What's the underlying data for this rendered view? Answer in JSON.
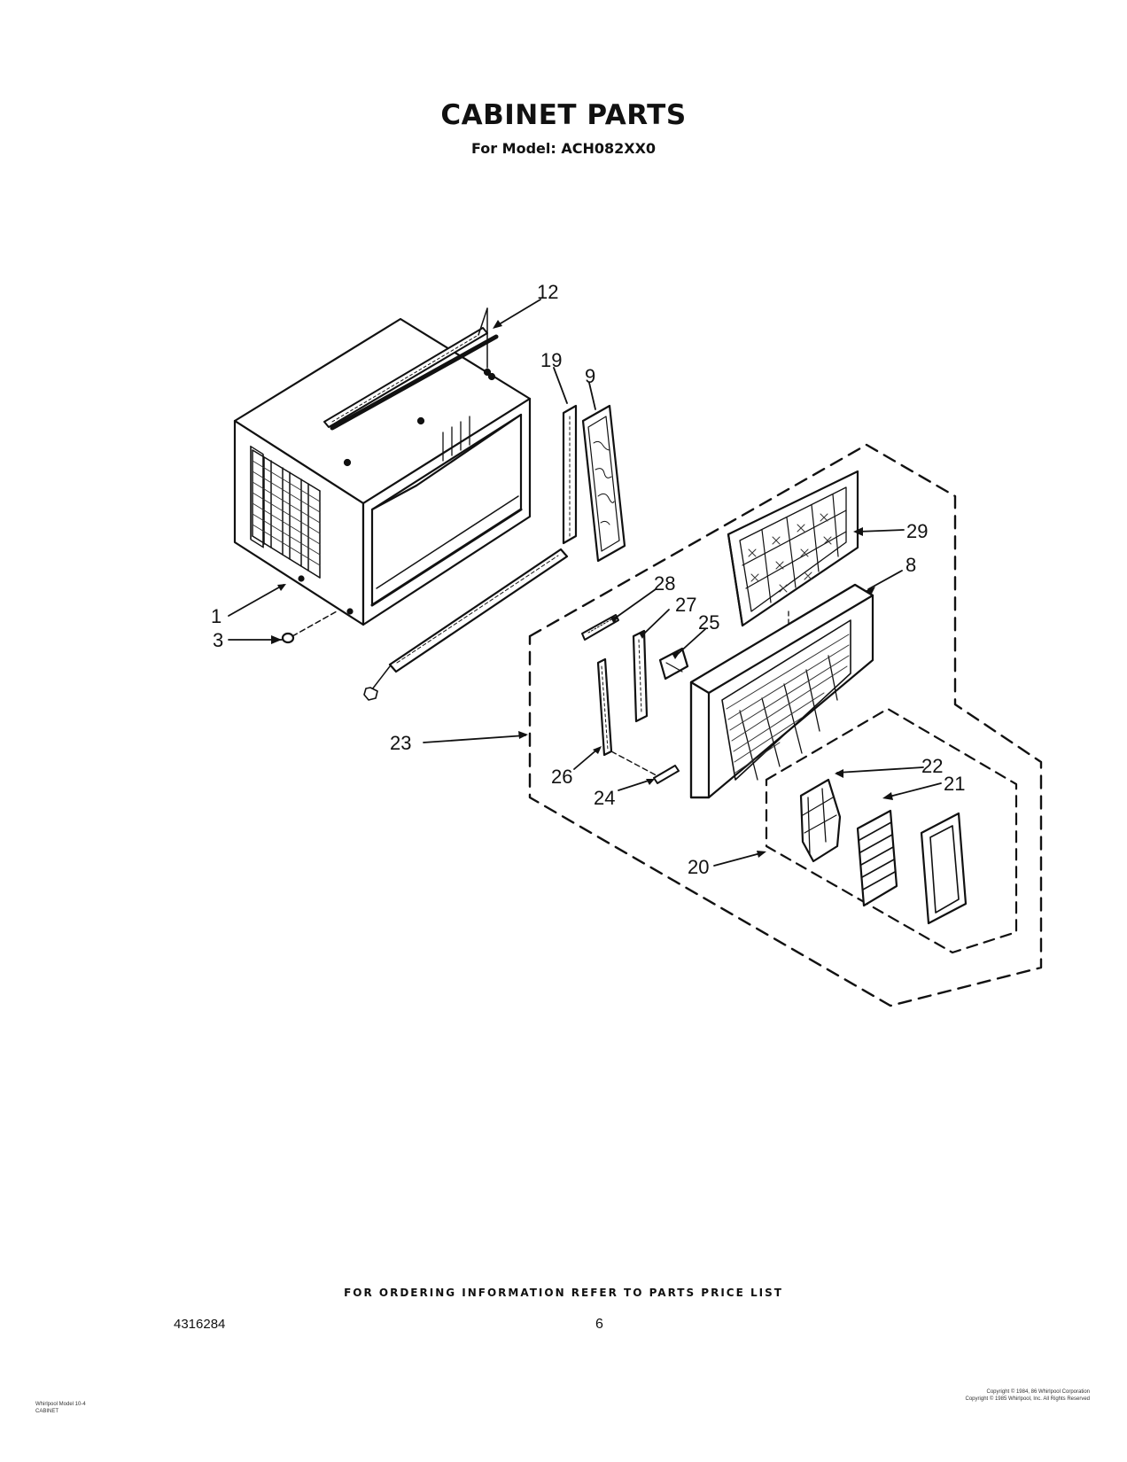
{
  "header": {
    "title": "CABINET PARTS",
    "subtitle": "For Model: ACH082XX0"
  },
  "callouts": [
    {
      "id": "c12",
      "label": "12"
    },
    {
      "id": "c19",
      "label": "19"
    },
    {
      "id": "c9",
      "label": "9"
    },
    {
      "id": "c29",
      "label": "29"
    },
    {
      "id": "c8",
      "label": "8"
    },
    {
      "id": "c28",
      "label": "28"
    },
    {
      "id": "c27",
      "label": "27"
    },
    {
      "id": "c25",
      "label": "25"
    },
    {
      "id": "c1",
      "label": "1"
    },
    {
      "id": "c3",
      "label": "3"
    },
    {
      "id": "c23",
      "label": "23"
    },
    {
      "id": "c26",
      "label": "26"
    },
    {
      "id": "c24",
      "label": "24"
    },
    {
      "id": "c22",
      "label": "22"
    },
    {
      "id": "c21",
      "label": "21"
    },
    {
      "id": "c20",
      "label": "20"
    }
  ],
  "footer": {
    "note": "FOR ORDERING INFORMATION REFER TO PARTS PRICE LIST",
    "doc_number": "4316284",
    "page_number": "6",
    "copyright_line1": "Copyright © 1984, 86 Whirlpool Corporation",
    "copyright_line2": "Copyright © 1985 Whirlpool, Inc. All Rights Reserved",
    "left_small_line1": "Whirlpool Model 10-4",
    "left_small_line2": "CABINET"
  }
}
